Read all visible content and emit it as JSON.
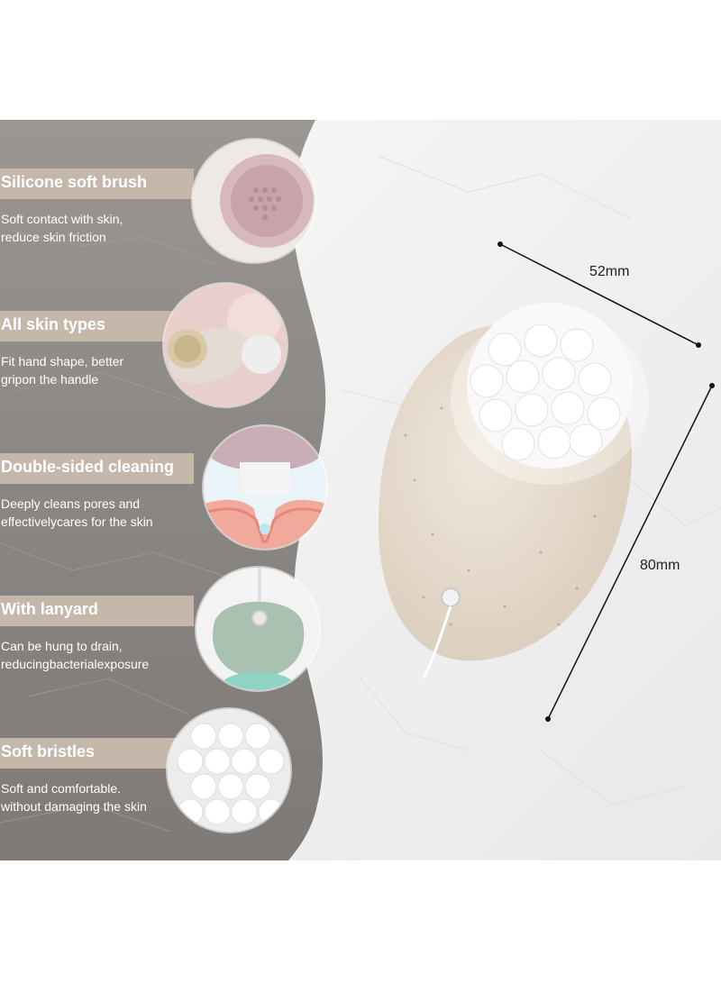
{
  "features": [
    {
      "title": "Silicone soft brush",
      "desc_line1": "Soft contact with skin,",
      "desc_line2": "reduce skin friction",
      "icon": "pink-silicone-brush-icon"
    },
    {
      "title": "All skin types",
      "desc_line1": "Fit hand shape, better",
      "desc_line2": "gripon the handle",
      "icon": "hand-holding-brush-icon"
    },
    {
      "title": "Double-sided cleaning",
      "desc_line1": "Deeply cleans pores and",
      "desc_line2": "effectivelycares for the skin",
      "icon": "pore-cleaning-diagram-icon"
    },
    {
      "title": "With lanyard",
      "desc_line1": "Can be hung to drain,",
      "desc_line2": "reducingbacterialexposure",
      "icon": "lanyard-brush-icon"
    },
    {
      "title": "Soft bristles",
      "desc_line1": "Soft and comfortable.",
      "desc_line2": "without damaging the skin",
      "icon": "soft-bristles-icon"
    }
  ],
  "dimensions": {
    "width": "52mm",
    "height": "80mm"
  },
  "colors": {
    "title_bar": "#c6b7ab",
    "panel_bg": "#8e8a86",
    "marble": "#f2f2f2"
  }
}
